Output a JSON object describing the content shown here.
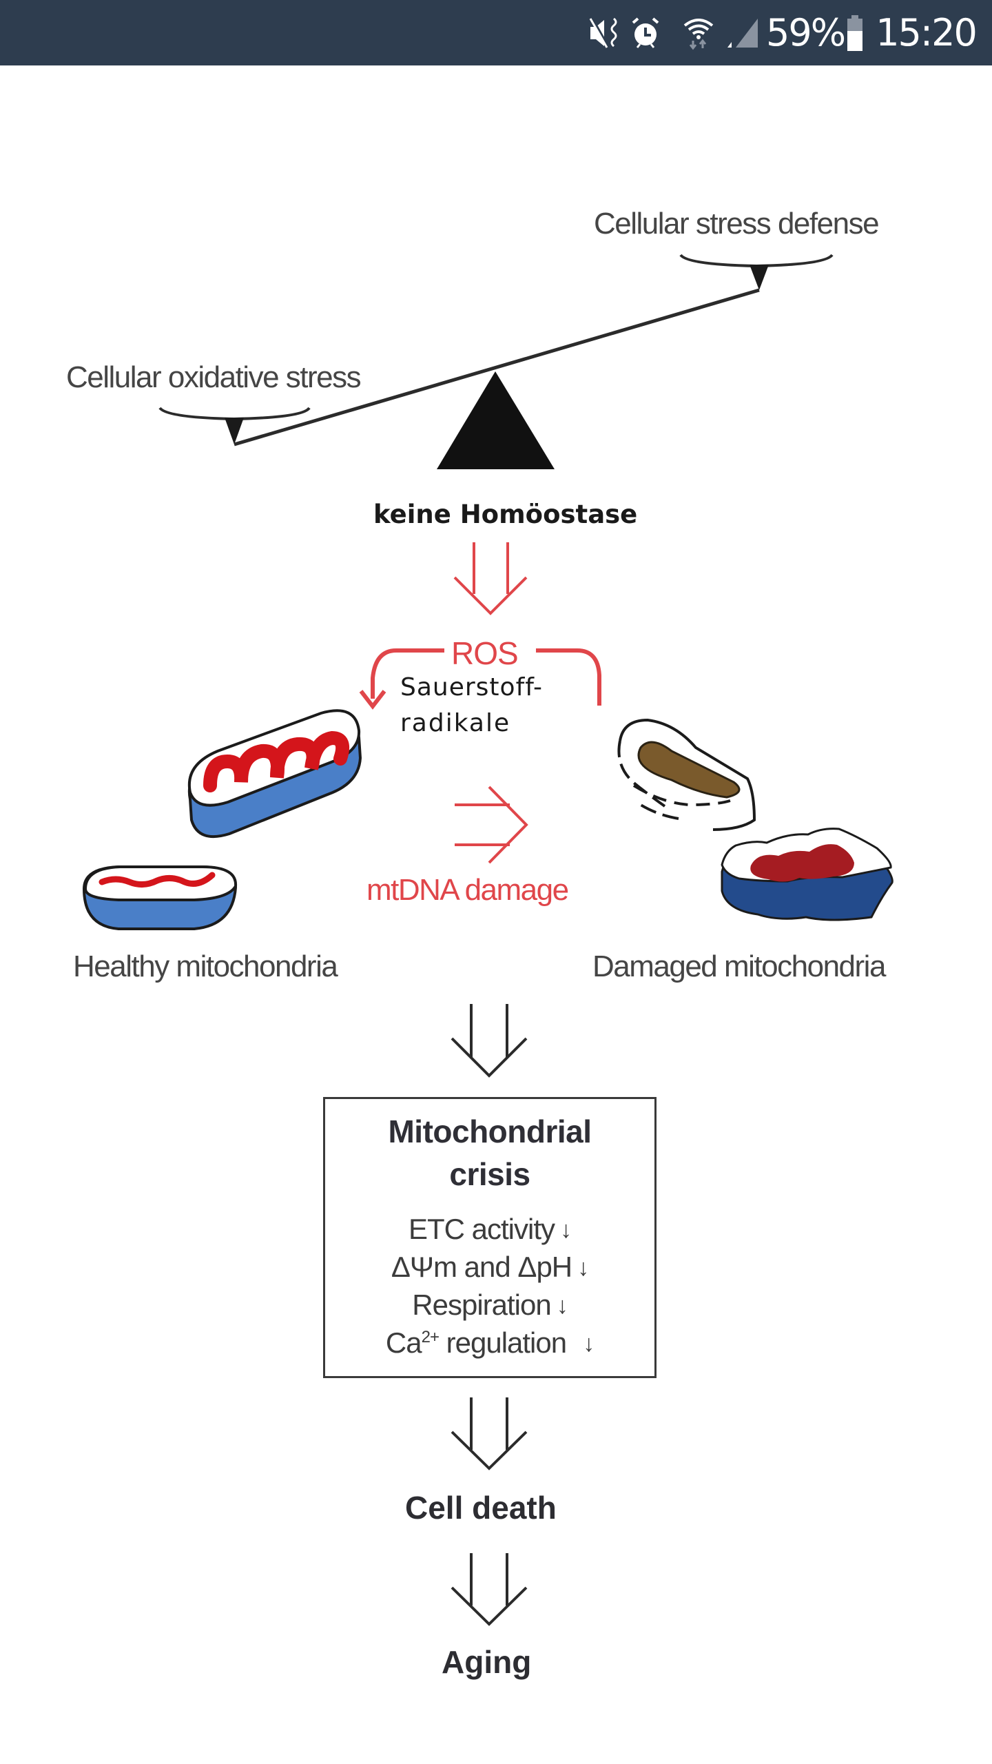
{
  "status_bar": {
    "icons": [
      "mute-vibrate-icon",
      "alarm-icon",
      "wifi-icon",
      "signal-icon",
      "battery-icon"
    ],
    "battery_percent": "59%",
    "time": "15:20",
    "colors": {
      "background": "#2e3d4f",
      "foreground": "#ffffff",
      "dim": "#8a93a0"
    }
  },
  "diagram": {
    "balance": {
      "left_label": "Cellular oxidative stress",
      "right_label": "Cellular stress defense",
      "caption": "keine Homöostase"
    },
    "ros": {
      "label": "ROS",
      "sublabel_line1": "Sauerstoff-",
      "sublabel_line2": "radikale"
    },
    "mitochondria": {
      "healthy_label": "Healthy mitochondria",
      "damaged_label": "Damaged mitochondria",
      "transition_label": "mtDNA damage"
    },
    "crisis_box": {
      "title_line1": "Mitochondrial",
      "title_line2": "crisis",
      "items": [
        {
          "text": "ETC activity",
          "trend": "↓"
        },
        {
          "text": "ΔΨm and ΔpH",
          "trend": "↓"
        },
        {
          "text": "Respiration",
          "trend": "↓"
        },
        {
          "text_main": "Ca",
          "text_sup": "2+",
          "text_rest": " regulation",
          "trend": "↓"
        }
      ]
    },
    "outcomes": {
      "cell_death": "Cell death",
      "aging": "Aging"
    },
    "colors": {
      "accent_red": "#e0464a",
      "mito_red": "#d4151b",
      "mito_blue": "#4a7fc8",
      "damaged_brown": "#7a5a2c",
      "damaged_dark_red": "#a51c22",
      "damaged_blue": "#234b8c"
    }
  }
}
